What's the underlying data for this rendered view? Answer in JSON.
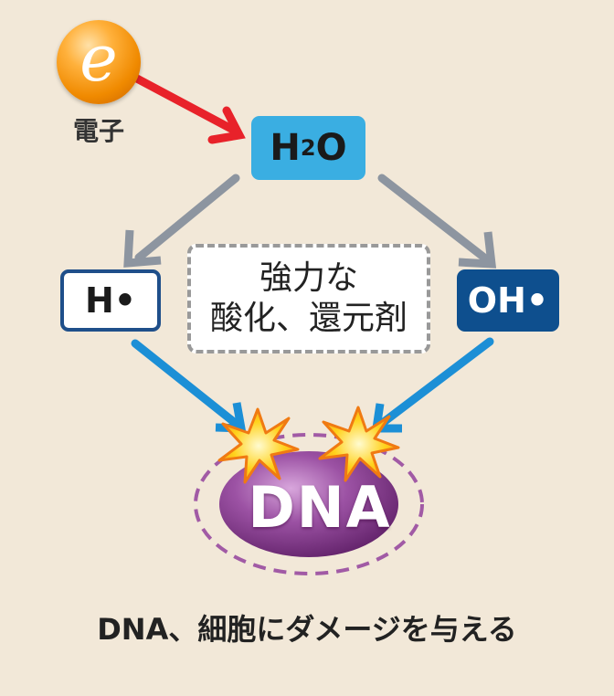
{
  "electron": {
    "symbol": "e",
    "label": "電子"
  },
  "h2o": {
    "main": "H",
    "sub": "2",
    "tail": "O"
  },
  "h_radical": {
    "label": "H•"
  },
  "oh_radical": {
    "label": "OH•"
  },
  "oxidizer": {
    "line1": "強力な",
    "line2": "酸化、還元剤"
  },
  "dna": {
    "label": "DNA"
  },
  "caption": "DNA、細胞にダメージを与える",
  "colors": {
    "background": "#f2e8d8",
    "electron_arrow": "#e8222a",
    "gray_arrow": "#8d95a0",
    "blue_arrow": "#1c8fd6",
    "h2o_box": "#3aaee2",
    "h_border": "#1f4f8a",
    "oh_box": "#0e4f8e",
    "dna_ellipse": "#8e3f96",
    "dna_dashed_ring": "#a15aa5",
    "burst_fill": "#ffd21c",
    "burst_outline": "#f07a12"
  },
  "icons": [
    "electron-icon",
    "burst-icon"
  ]
}
